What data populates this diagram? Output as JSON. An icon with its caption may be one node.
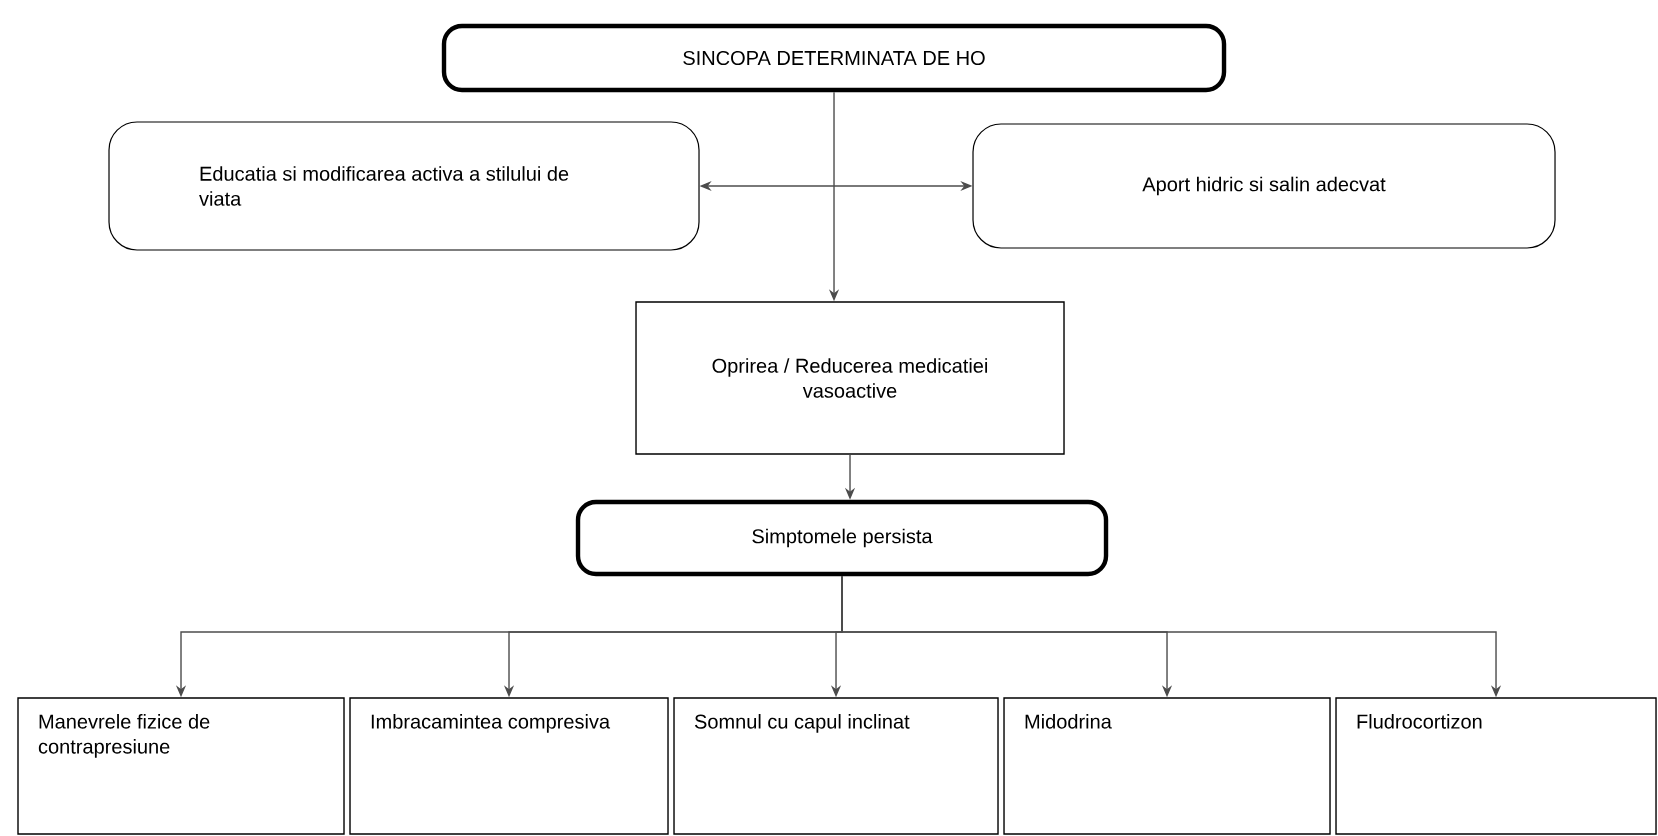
{
  "diagram": {
    "nodes": [
      {
        "text": [
          "SINCOPA DETERMINATA DE HO"
        ]
      },
      {
        "text": [
          "Educatia si modificarea activa a stilului de viata"
        ]
      },
      {
        "text": [
          "Aport hidric si salin adecvat"
        ]
      },
      {
        "text": [
          "Oprirea / Reducerea medicatiei vasoactive"
        ]
      },
      {
        "text": [
          "Simptomele persista"
        ]
      },
      {
        "text": [
          "Manevrele fizice de contrapresiune"
        ]
      },
      {
        "text": [
          "Imbracamintea compresiva"
        ]
      },
      {
        "text": [
          "Somnul cu capul inclinat"
        ]
      },
      {
        "text": [
          "Midodrina"
        ]
      },
      {
        "text": [
          "Fludrocortizon"
        ]
      }
    ],
    "edges": [
      {
        "from": 0,
        "to": 3,
        "arrow": "to"
      },
      {
        "from": 1,
        "to": 2,
        "arrow": "both"
      },
      {
        "from": 3,
        "to": 4,
        "arrow": "to"
      },
      {
        "from": 4,
        "to": 5,
        "arrow": "to"
      },
      {
        "from": 4,
        "to": 6,
        "arrow": "to"
      },
      {
        "from": 4,
        "to": 7,
        "arrow": "to"
      },
      {
        "from": 4,
        "to": 8,
        "arrow": "to"
      },
      {
        "from": 4,
        "to": 9,
        "arrow": "to"
      }
    ]
  }
}
